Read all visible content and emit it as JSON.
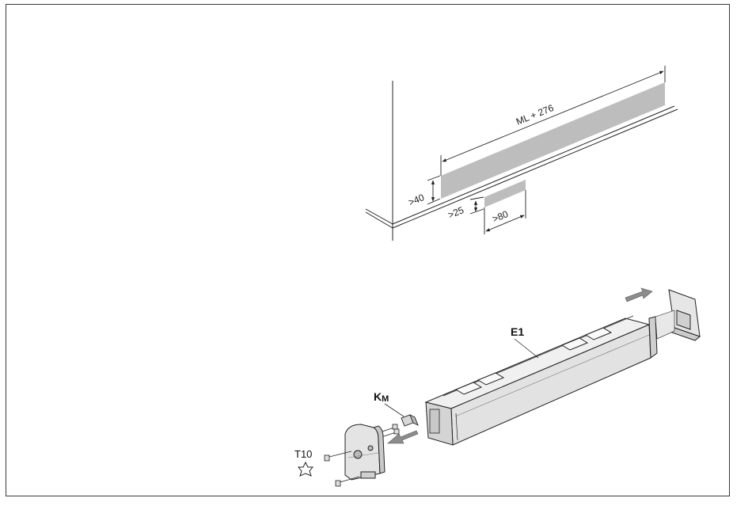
{
  "figure": {
    "dimensions": {
      "length": "ML + 276",
      "height": ">40",
      "offset": ">25",
      "width": ">80"
    },
    "labels": {
      "assembly": "E1",
      "clip_main": "K",
      "clip_sub": "M",
      "tool": "T10"
    },
    "colors": {
      "line": "#222222",
      "shading": "#bdbdbd",
      "body": "#e6e6e6",
      "body_shadow": "#cfcfcf",
      "arrow": "#8c8c8c"
    }
  }
}
